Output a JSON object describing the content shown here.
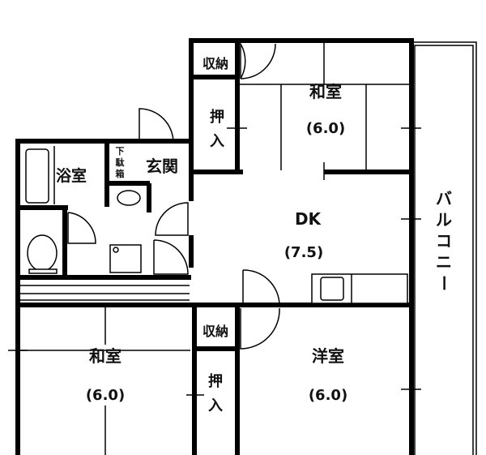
{
  "rooms": {
    "washitsu_top": {
      "name": "和室",
      "size": "(6.0)"
    },
    "storage_top": "収納",
    "closet_top": [
      "押",
      "入"
    ],
    "bath": "浴室",
    "shoe_box": [
      "下",
      "駄",
      "箱"
    ],
    "entrance": "玄関",
    "dk": {
      "name": "DK",
      "size": "(7.5)"
    },
    "balcony": [
      "バ",
      "ル",
      "コ",
      "ニ",
      "ー"
    ],
    "washitsu_bottom": {
      "name": "和室",
      "size": "(6.0)"
    },
    "storage_bottom": "収納",
    "closet_bottom": [
      "押",
      "入"
    ],
    "youshitsu": {
      "name": "洋室",
      "size": "(6.0)"
    }
  }
}
